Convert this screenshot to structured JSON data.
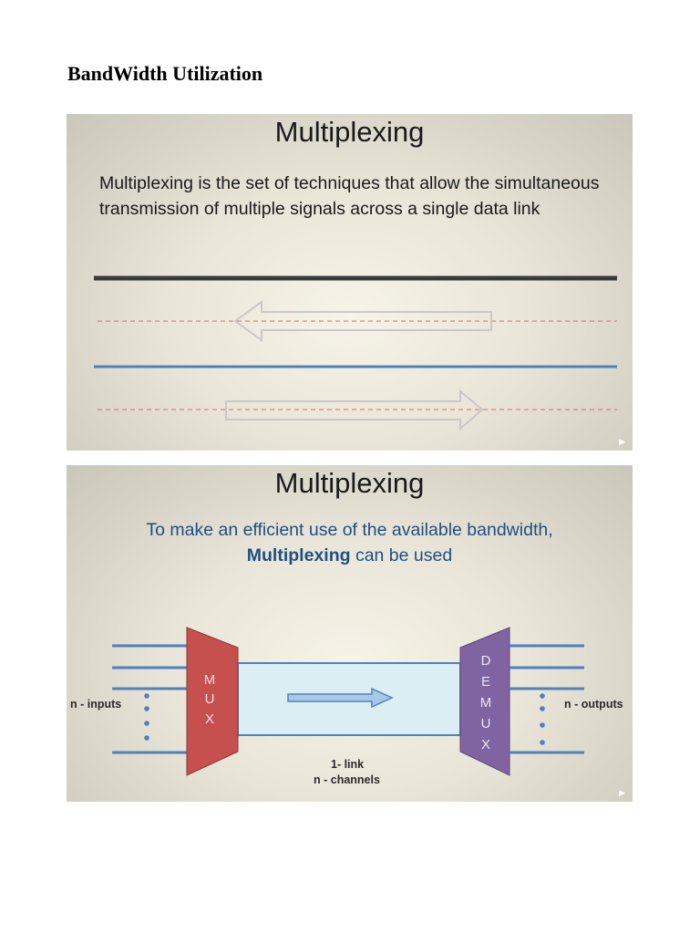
{
  "document": {
    "heading": "BandWidth Utilization"
  },
  "slides": [
    {
      "title": "Multiplexing",
      "body": "Multiplexing is the set of techniques that allow the simultaneous transmission of multiple signals across a single data link"
    },
    {
      "title": "Multiplexing",
      "line1": "To make an efficient use of the available bandwidth,",
      "line2_bold": "Multiplexing",
      "line2_rest": " can be used",
      "mux_letters": [
        "M",
        "U",
        "X"
      ],
      "demux_letters": [
        "D",
        "E",
        "M",
        "U",
        "X"
      ],
      "inputs_label": "n - inputs",
      "outputs_label": "n - outputs",
      "link_label": "1- link",
      "channels_label": "n - channels"
    }
  ],
  "colors": {
    "mux": "#c5504e",
    "demux": "#8064a2",
    "line_blue": "#4f81bd",
    "title_blue": "#1f4f82",
    "dashed_red": "#e06666",
    "link_fill": "#dbeef4"
  }
}
